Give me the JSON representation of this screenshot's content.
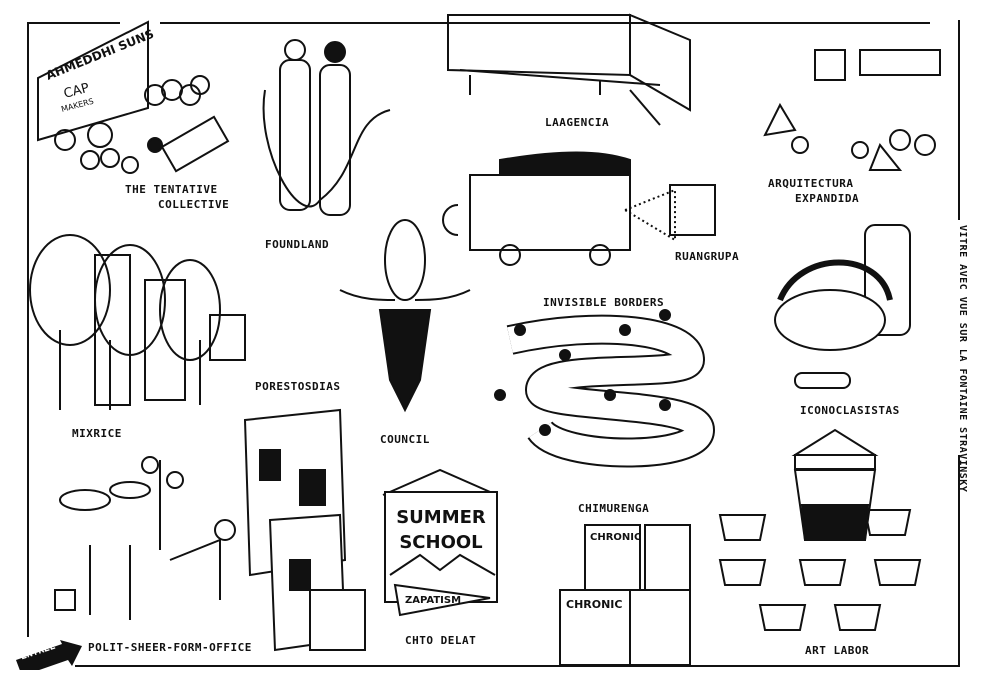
{
  "map": {
    "side_label": "VITRE AVEC VUE SUR LA FONTAINE STRAVINSKY",
    "entrance_label": "ENTRÉE",
    "stations": [
      {
        "name": "THE TENTATIVE COLLECTIVE",
        "line1": "THE TENTATIVE",
        "line2": "COLLECTIVE"
      },
      {
        "name": "FOUNDLAND"
      },
      {
        "name": "LAAGENCIA"
      },
      {
        "name": "ARQUITECTURA EXPANDIDA",
        "line1": "ARQUITECTURA",
        "line2": "EXPANDIDA"
      },
      {
        "name": "RUANGRUPA"
      },
      {
        "name": "MIXRICE"
      },
      {
        "name": "COUNCIL"
      },
      {
        "name": "INVISIBLE BORDERS"
      },
      {
        "name": "ICONOCLASISTAS"
      },
      {
        "name": "PORESTOSDIAS"
      },
      {
        "name": "POLIT-SHEER-FORM-OFFICE"
      },
      {
        "name": "CHTO DELAT"
      },
      {
        "name": "CHIMURENGA"
      },
      {
        "name": "ART LABOR"
      }
    ],
    "signs": {
      "sign_line1": "AHMEDDHI SUNS",
      "sign_line2": "CAP",
      "sign_line3": "MAKERS",
      "banner_line1": "SUMMER",
      "banner_line2": "SCHOOL",
      "pennant": "ZAPATISM",
      "newspaper": "CHRONIC"
    }
  }
}
